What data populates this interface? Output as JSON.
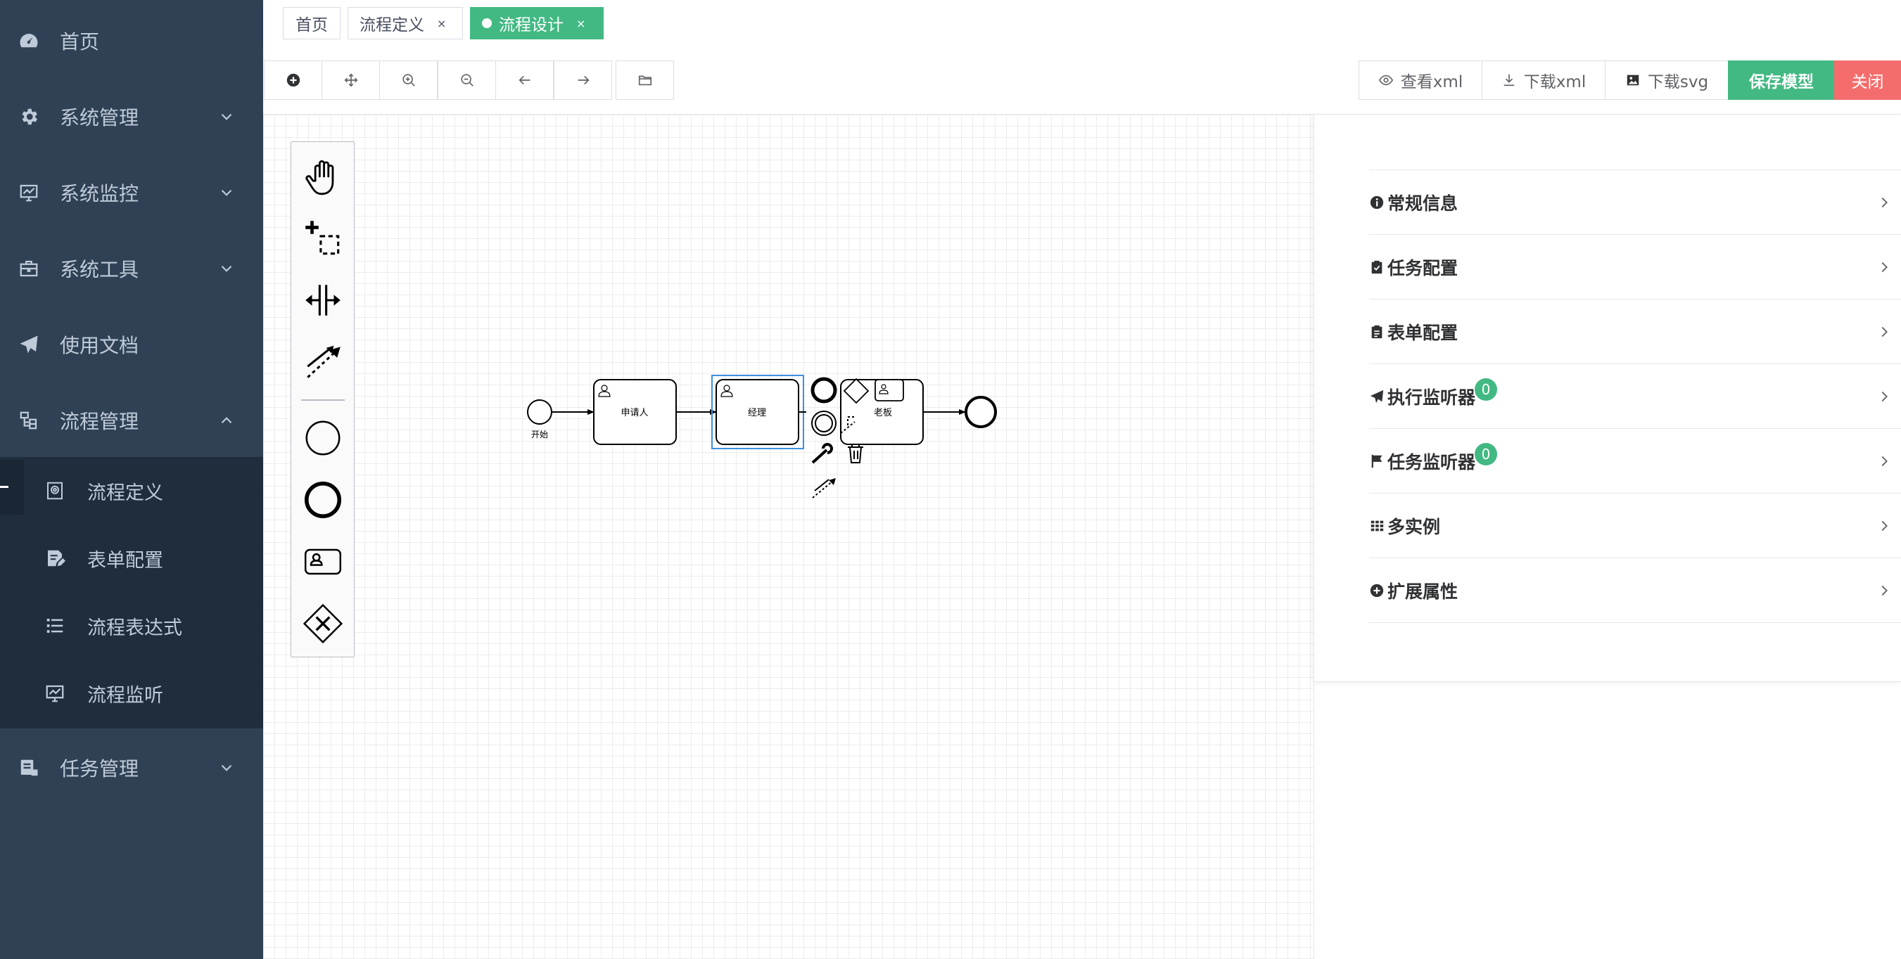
{
  "sidebar": {
    "items": [
      {
        "label": "首页",
        "icon": "dashboard-icon"
      },
      {
        "label": "系统管理",
        "icon": "gear-icon"
      },
      {
        "label": "系统监控",
        "icon": "monitor-icon"
      },
      {
        "label": "系统工具",
        "icon": "toolbox-icon"
      },
      {
        "label": "使用文档",
        "icon": "paper-plane-icon"
      },
      {
        "label": "流程管理",
        "icon": "flow-icon"
      },
      {
        "label": "任务管理",
        "icon": "task-icon"
      }
    ],
    "submenu": [
      {
        "label": "流程定义",
        "icon": "definition-icon"
      },
      {
        "label": "表单配置",
        "icon": "form-edit-icon"
      },
      {
        "label": "流程表达式",
        "icon": "list-icon"
      },
      {
        "label": "流程监听",
        "icon": "monitor-icon"
      }
    ]
  },
  "tags": [
    {
      "label": "首页"
    },
    {
      "label": "流程定义",
      "close": "×"
    },
    {
      "label": "流程设计",
      "close": "×",
      "active": true
    }
  ],
  "toolbar": {
    "right": {
      "view_xml": "查看xml",
      "download_xml": "下载xml",
      "download_svg": "下载svg",
      "save_model": "保存模型",
      "close": "关闭"
    }
  },
  "diagram": {
    "start_label": "开始",
    "task1_label": "申请人",
    "task2_label": "经理",
    "task3_label": "老板"
  },
  "panel": {
    "items": [
      {
        "label": "常规信息",
        "icon": "info-icon"
      },
      {
        "label": "任务配置",
        "icon": "clipboard-check-icon"
      },
      {
        "label": "表单配置",
        "icon": "clipboard-icon"
      },
      {
        "label": "执行监听器",
        "icon": "paper-plane-icon",
        "badge": "0"
      },
      {
        "label": "任务监听器",
        "icon": "flag-icon",
        "badge": "0"
      },
      {
        "label": "多实例",
        "icon": "grid-icon"
      },
      {
        "label": "扩展属性",
        "icon": "plus-circle-icon"
      }
    ]
  },
  "colors": {
    "sidebar_bg": "#304156",
    "submenu_bg": "#1f2d3d",
    "accent": "#42b983",
    "danger": "#f56c6c",
    "selected": "#3d8fe0"
  }
}
